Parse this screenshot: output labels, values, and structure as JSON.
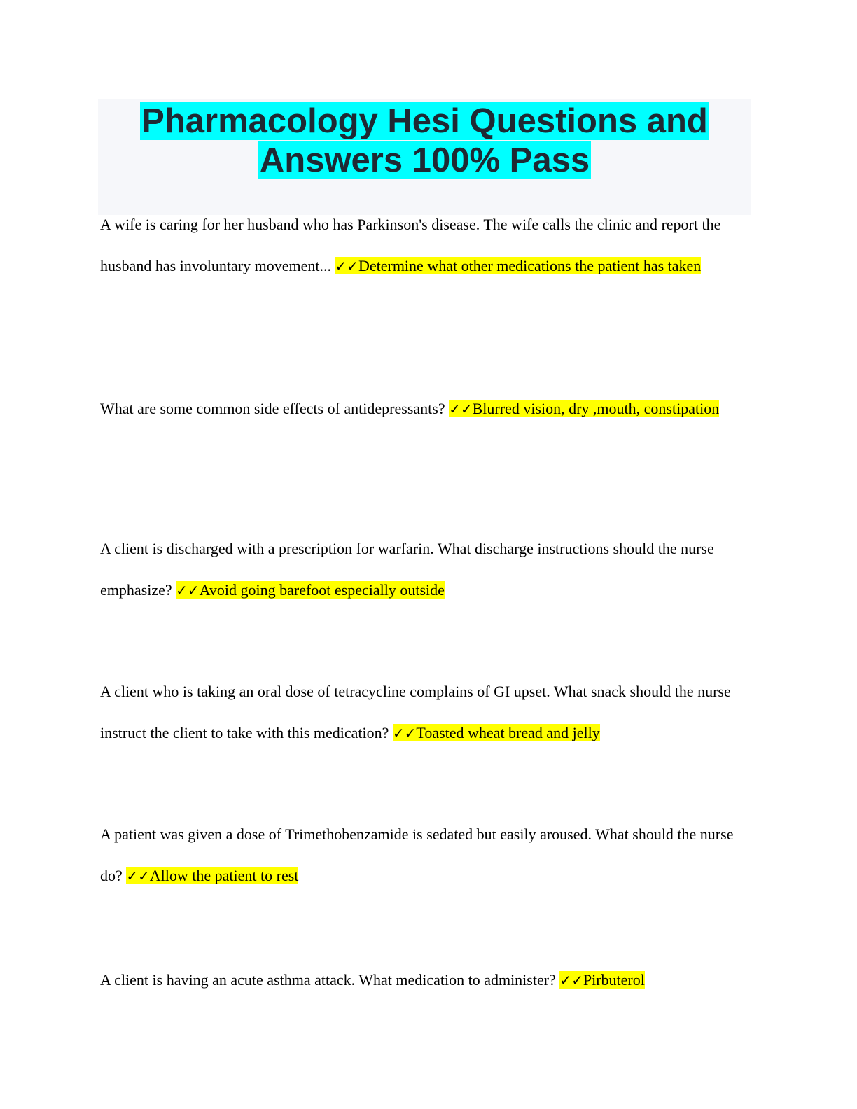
{
  "document": {
    "title_line1": "Pharmacology Hesi Questions and",
    "title_line2": "Answers 100% Pass",
    "checkmark": "✓✓",
    "items": [
      {
        "question": "A wife is caring for her husband who has Parkinson's disease. The wife calls the clinic and report the husband has involuntary movement...",
        "answer": "Determine what other medications the patient has taken"
      },
      {
        "question": "What are some common side effects of antidepressants?",
        "answer": "Blurred vision, dry ,mouth, constipation"
      },
      {
        "question": "A client is discharged with a prescription for warfarin. What discharge instructions should the nurse emphasize?",
        "answer": "Avoid going barefoot especially outside"
      },
      {
        "question": "A client who is taking an oral dose of tetracycline complains of GI upset. What snack should the nurse instruct the client to take with this medication?",
        "answer": "Toasted wheat bread and jelly"
      },
      {
        "question": "A patient was given a dose of Trimethobenzamide is sedated but easily aroused. What should the nurse do?",
        "answer": "Allow the patient to rest"
      },
      {
        "question": "A client is having an acute asthma attack. What medication to administer?",
        "answer": "Pirbuterol"
      }
    ],
    "colors": {
      "title_highlight": "#00ffff",
      "answer_highlight": "#ffff00",
      "title_box_bg": "#f6f7fa",
      "title_text": "#1f2933"
    }
  }
}
